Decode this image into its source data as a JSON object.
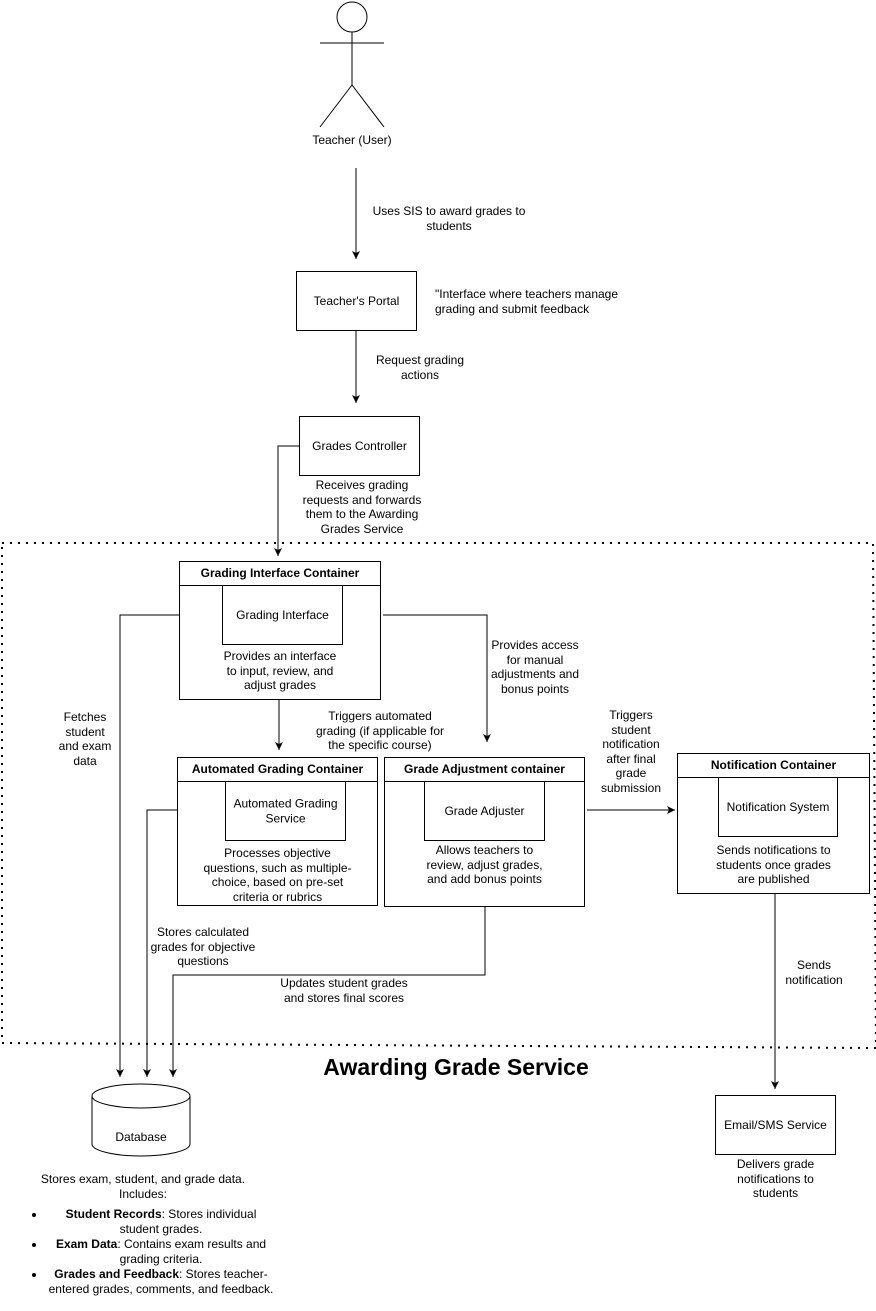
{
  "actor": {
    "label": "Teacher (User)"
  },
  "edges": {
    "teacher_to_portal": "Uses SIS to award grades to\nstudents",
    "portal_to_controller": "Request grading\nactions",
    "interface_to_database": "Fetches\nstudent\nand exam\ndata",
    "interface_to_automated": "Triggers automated\ngrading (if applicable for\nthe specific course)",
    "interface_to_adjustment": "Provides access\nfor manual\nadjustments and\nbonus points",
    "adjustment_to_notification": "Triggers\nstudent\nnotification\nafter final\ngrade\nsubmission",
    "automated_to_database": "Stores calculated\ngrades for objective\nquestions",
    "adjustment_to_database": "Updates student grades\nand stores final scores",
    "notification_to_email": "Sends\nnotification"
  },
  "nodes": {
    "portal": {
      "label": "Teacher's Portal",
      "note": "\"Interface where teachers manage\ngrading and submit feedback"
    },
    "controller": {
      "label": "Grades Controller",
      "note": "Receives grading\nrequests and forwards\nthem to the Awarding\nGrades Service"
    },
    "grading_container": {
      "title": "Grading Interface Container",
      "inner": "Grading Interface",
      "desc": "Provides an interface\nto input, review, and\nadjust grades"
    },
    "automated_container": {
      "title": "Automated Grading Container",
      "inner": "Automated Grading\nService",
      "desc": "Processes objective\nquestions, such as multiple-\nchoice, based on pre-set\ncriteria or rubrics"
    },
    "adjustment_container": {
      "title": "Grade Adjustment container",
      "inner": "Grade Adjuster",
      "desc": "Allows teachers to\nreview, adjust grades,\nand add bonus points"
    },
    "notification_container": {
      "title": "Notification Container",
      "inner": "Notification System",
      "desc": "Sends notifications to\nstudents once grades\nare published"
    },
    "database": {
      "label": "Database",
      "note": "Stores exam, student, and grade data.\nIncludes:",
      "items": [
        {
          "bold": "Student Records",
          "text": ": Stores individual student grades."
        },
        {
          "bold": "Exam Data",
          "text": ": Contains exam results and grading criteria."
        },
        {
          "bold": "Grades and Feedback",
          "text": ": Stores teacher-entered grades, comments, and feedback."
        }
      ]
    },
    "email": {
      "label": "Email/SMS Service",
      "note": "Delivers grade\nnotifications to\nstudents"
    }
  },
  "boundary": {
    "title": "Awarding Grade Service"
  }
}
